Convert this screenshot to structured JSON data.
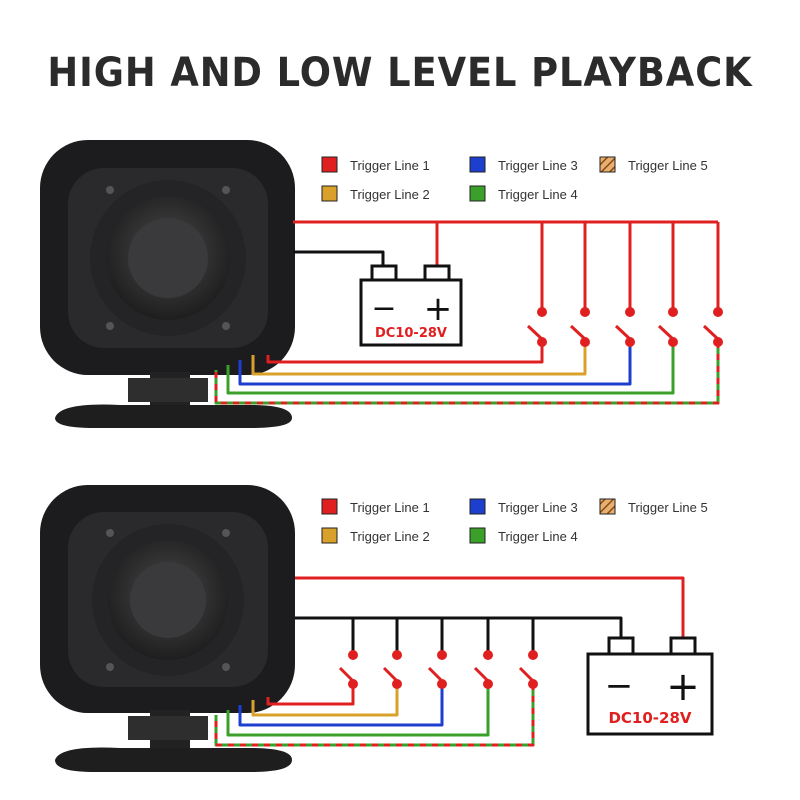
{
  "title": "HIGH AND LOW LEVEL PLAYBACK",
  "legend": [
    {
      "label": "Trigger Line 1",
      "color": "#e02020",
      "pattern": "solid"
    },
    {
      "label": "Trigger Line 2",
      "color": "#d9a02a",
      "pattern": "solid"
    },
    {
      "label": "Trigger Line 3",
      "color": "#1c3fd0",
      "pattern": "solid"
    },
    {
      "label": "Trigger Line 4",
      "color": "#3aa02a",
      "pattern": "solid"
    },
    {
      "label": "Trigger Line 5",
      "color": "#b5651d",
      "pattern": "striped"
    }
  ],
  "battery": {
    "label": "DC10-28V",
    "minus": "−",
    "plus": "+"
  },
  "diagrams": [
    {
      "mode": "high-level"
    },
    {
      "mode": "low-level"
    }
  ],
  "colors": {
    "common_wire": "#111111",
    "label_red": "#e02020",
    "stripe_alt": "#3aa02a"
  }
}
